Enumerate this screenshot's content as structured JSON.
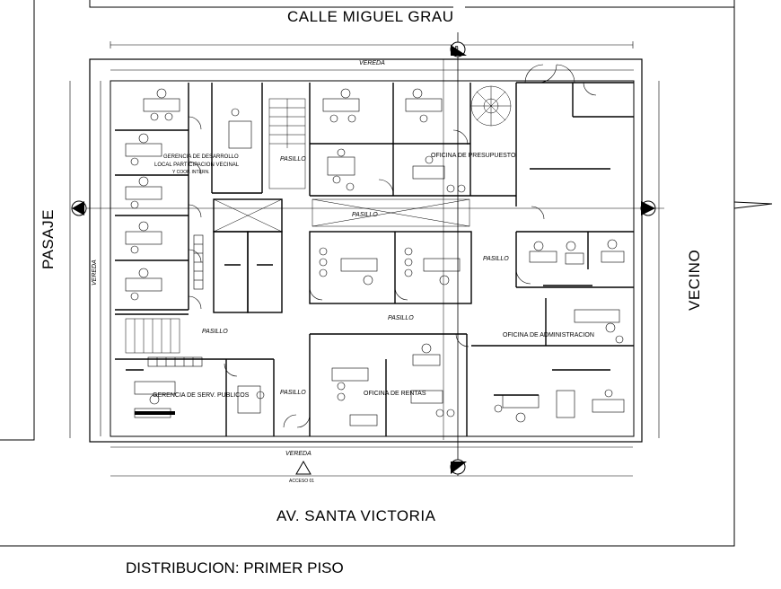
{
  "streets": {
    "north": "CALLE MIGUEL GRAU",
    "south": "AV. SANTA VICTORIA",
    "west": "PASAJE",
    "east": "VECINO"
  },
  "caption": "DISTRIBUCION: PRIMER PISO",
  "sidewalks": {
    "north": "VEREDA",
    "south": "VEREDA",
    "west": "VEREDA"
  },
  "access": "ACCESO 01",
  "section_marks": {
    "a": "A",
    "b": "B"
  },
  "rooms": {
    "gerencia_desarrollo_1": "GERENCIA DE DESARROLLO",
    "gerencia_desarrollo_2": "LOCAL PARTICIPACION VECINAL",
    "gerencia_desarrollo_3": "Y COOP. INTERN.",
    "oficina_presupuesto": "OFICINA DE PRESUPUESTO",
    "oficina_administracion": "OFICINA DE ADMINISTRACION",
    "gerencia_servicios": "GERENCIA DE SERV. PUBLICOS",
    "oficina_rentas": "OFICINA DE RENTAS"
  },
  "corridors": {
    "upper_left": "PASILLO",
    "upper_center": "PASILLO",
    "right_center": "PASILLO",
    "center": "PASILLO",
    "left_lower": "PASILLO",
    "lower_center": "PASILLO"
  },
  "colors": {
    "line": "#000000",
    "background": "#ffffff"
  }
}
